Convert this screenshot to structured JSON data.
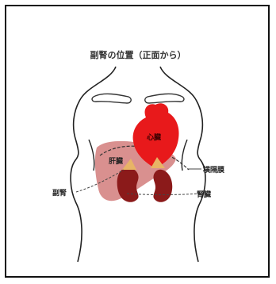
{
  "title": "副腎の位置（正面から）",
  "labels": {
    "heart": "心臓",
    "liver": "肝臓",
    "diaphragm": "横隔膜",
    "adrenal": "副腎",
    "kidney": "腎臓"
  },
  "colors": {
    "heart": "#e8191b",
    "liver": "#d9908f",
    "kidney": "#8b1a1a",
    "adrenal": "#e8b466",
    "outline": "#222222"
  }
}
